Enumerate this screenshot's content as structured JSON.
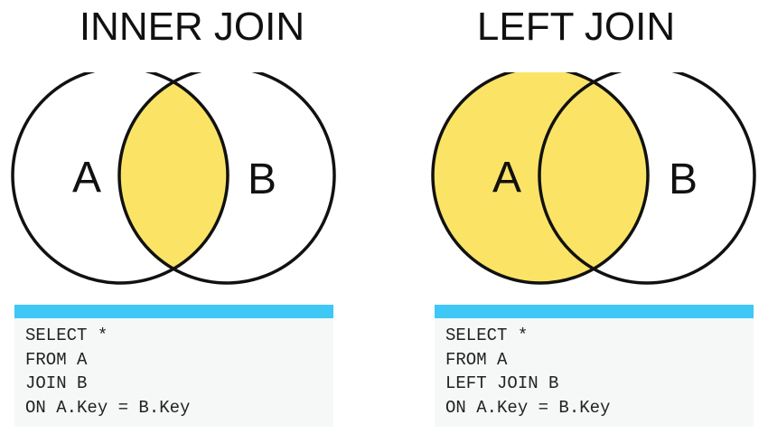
{
  "colors": {
    "highlight": "#fbe465",
    "accent_bar": "#3fc7f5",
    "stroke": "#111111",
    "code_bg": "#f6f8f7"
  },
  "panels": [
    {
      "title": "INNER JOIN",
      "highlight": "intersection",
      "circle_a_label": "A",
      "circle_b_label": "B",
      "code": {
        "line1": "SELECT *",
        "line2": "FROM A",
        "line3": "JOIN B",
        "line4": "ON A.Key = B.Key"
      }
    },
    {
      "title": "LEFT JOIN",
      "highlight": "left",
      "circle_a_label": "A",
      "circle_b_label": "B",
      "code": {
        "line1": "SELECT *",
        "line2": "FROM A",
        "line3": "LEFT JOIN B",
        "line4": "ON A.Key = B.Key"
      }
    }
  ]
}
